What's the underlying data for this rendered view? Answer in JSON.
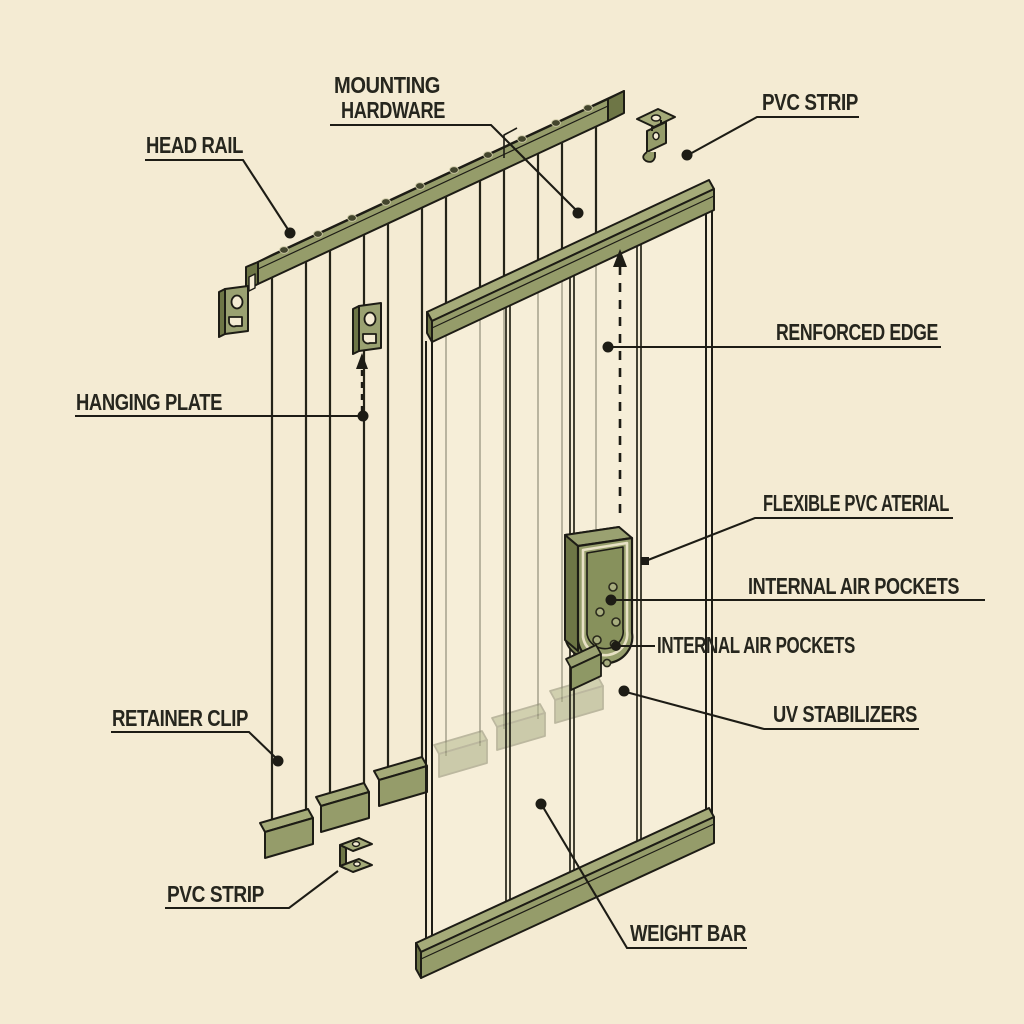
{
  "diagram": {
    "type": "exploded-isometric-diagram",
    "subject": "PVC strip curtain components"
  },
  "colors": {
    "background": "#f4ebd3",
    "panel_fill": "#f6eed8",
    "olive_light": "#a5ab79",
    "olive_mid": "#959c6a",
    "olive_dark": "#6e7646",
    "olive_channel": "#87915c",
    "ghost_olive": "#b9bd96",
    "line": "#1d1c15",
    "ghost_line": "#aaa591",
    "label_text": "#26261e"
  },
  "labels": {
    "mounting_hardware_line1": "MOUNTING",
    "mounting_hardware_line2": "HARDWARE",
    "head_rail": "HEAD RAIL",
    "pvc_strip_top": "PVC STRIP",
    "reinforced_edge": "RENFORCED EDGE",
    "hanging_plate": "HANGING PLATE",
    "flexible_pvc_material": "FLEXIBLE PVC ATERIAL",
    "internal_air_pockets_1": "INTERNAL AIR POCKETS",
    "internal_air_pockets_2": "INTERNAL AIR POCKETS",
    "uv_stabilizers": "UV STABILIZERS",
    "retainer_clip": "RETAINER CLIP",
    "pvc_strip_bottom": "PVC STRIP",
    "weight_bar": "WEIGHT BAR"
  },
  "components": [
    "head-rail",
    "mounting-hardware-bracket",
    "hanging-plate",
    "pvc-strip",
    "strip-panel",
    "weight-bar",
    "retainer-clip",
    "strip-cross-section",
    "internal-air-pockets"
  ]
}
